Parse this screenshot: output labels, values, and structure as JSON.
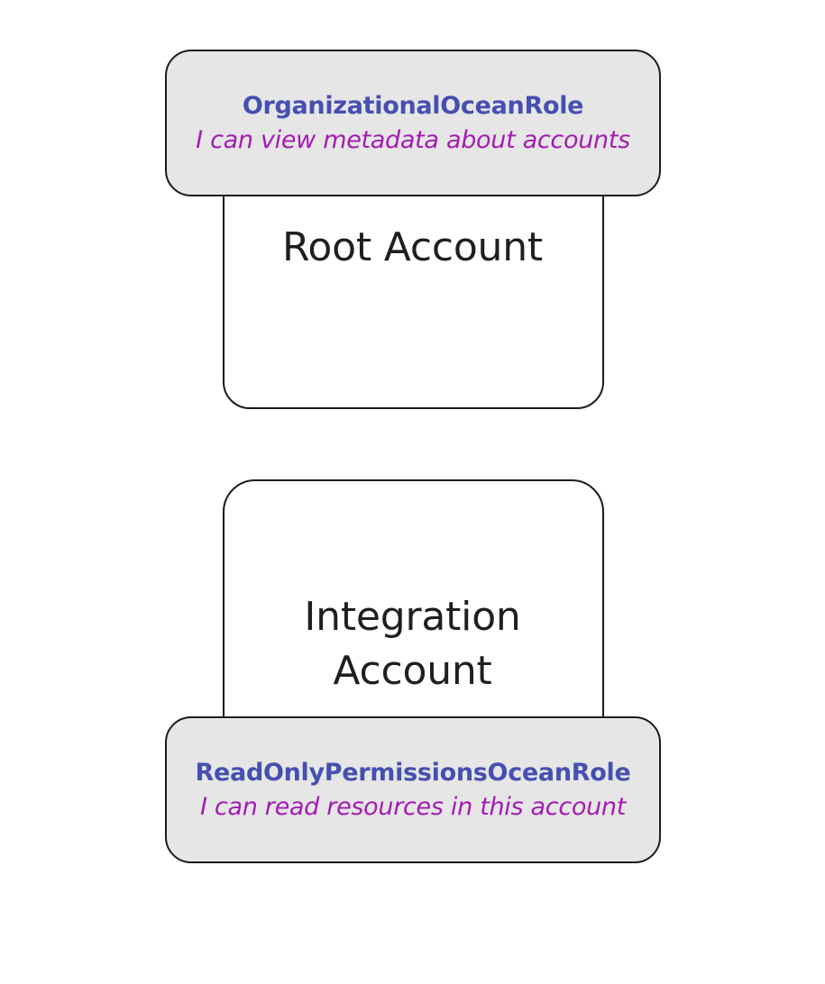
{
  "diagram": {
    "background_color": "#ffffff",
    "role_box_fill": "#e6e6e6",
    "role_name_color": "#474fb0",
    "role_desc_color": "#a31cb3",
    "account_label_color": "#1f1f1f",
    "border_color": "#1c1c1c"
  },
  "accounts": [
    {
      "id": "root-account",
      "label": "Root Account",
      "role": {
        "name": "OrganizationalOceanRole",
        "description": "I can view metadata about accounts",
        "position": "top"
      }
    },
    {
      "id": "integration-account",
      "label_line1": "Integration",
      "label_line2": "Account",
      "role": {
        "name": "ReadOnlyPermissionsOceanRole",
        "description": "I can read resources in this account",
        "position": "bottom"
      }
    }
  ]
}
